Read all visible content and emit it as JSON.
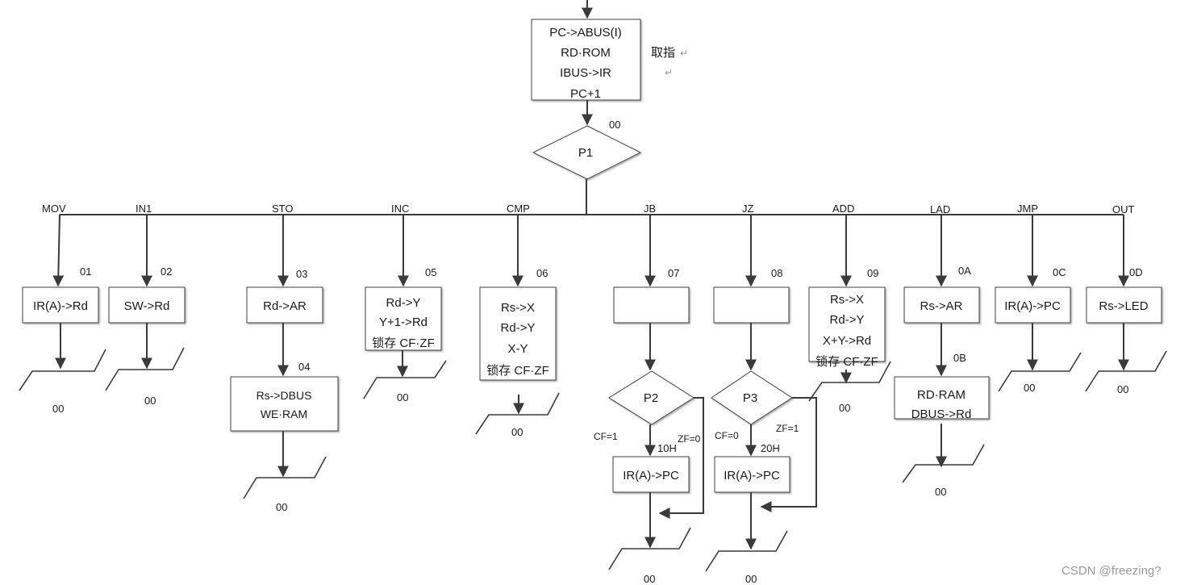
{
  "fetch_block": {
    "lines": [
      "PC->ABUS(I)",
      "RD·ROM",
      "IBUS->IR",
      "PC+1"
    ],
    "side_label": "取指",
    "address": "00"
  },
  "decision_p1": "P1",
  "branches": [
    {
      "key": "mov",
      "label": "MOV",
      "address": "01",
      "lines": [
        "IR(A)->Rd"
      ],
      "end": "00"
    },
    {
      "key": "in1",
      "label": "IN1",
      "address": "02",
      "lines": [
        "SW->Rd"
      ],
      "end": "00"
    },
    {
      "key": "sto",
      "label": "STO",
      "address": "03",
      "lines": [
        "Rd->AR"
      ],
      "address2": "04",
      "lines2": [
        "Rs->DBUS",
        "WE·RAM"
      ],
      "end": "00"
    },
    {
      "key": "inc",
      "label": "INC",
      "address": "05",
      "lines": [
        "Rd->Y",
        "Y+1->Rd",
        "锁存 CF·ZF"
      ],
      "end": "00"
    },
    {
      "key": "cmp",
      "label": "CMP",
      "address": "06",
      "lines": [
        "Rs->X",
        "Rd->Y",
        "X-Y",
        "锁存 CF·ZF"
      ],
      "end": "00"
    },
    {
      "key": "jb",
      "label": "JB",
      "address": "07",
      "decision": "P2",
      "take_cond": "CF=1",
      "skip_cond": "ZF=0",
      "address2": "10H",
      "lines2": [
        "IR(A)->PC"
      ],
      "end": "00"
    },
    {
      "key": "jz",
      "label": "JZ",
      "address": "08",
      "decision": "P3",
      "take_cond": "CF=0",
      "skip_cond": "ZF=1",
      "address2": "20H",
      "lines2": [
        "IR(A)->PC"
      ],
      "end": "00"
    },
    {
      "key": "add",
      "label": "ADD",
      "address": "09",
      "lines": [
        "Rs->X",
        "Rd->Y",
        "X+Y->Rd",
        "锁存 CF·ZF"
      ],
      "end": "00"
    },
    {
      "key": "lad",
      "label": "LAD",
      "address": "0A",
      "lines": [
        "Rs->AR"
      ],
      "address2": "0B",
      "lines2": [
        "RD·RAM",
        "DBUS->Rd"
      ],
      "end": "00"
    },
    {
      "key": "jmp",
      "label": "JMP",
      "address": "0C",
      "lines": [
        "IR(A)->PC"
      ],
      "end": "00"
    },
    {
      "key": "out",
      "label": "OUT",
      "address": "0D",
      "lines": [
        "Rs->LED"
      ],
      "end": "00"
    }
  ],
  "watermark": "CSDN @freezing?"
}
